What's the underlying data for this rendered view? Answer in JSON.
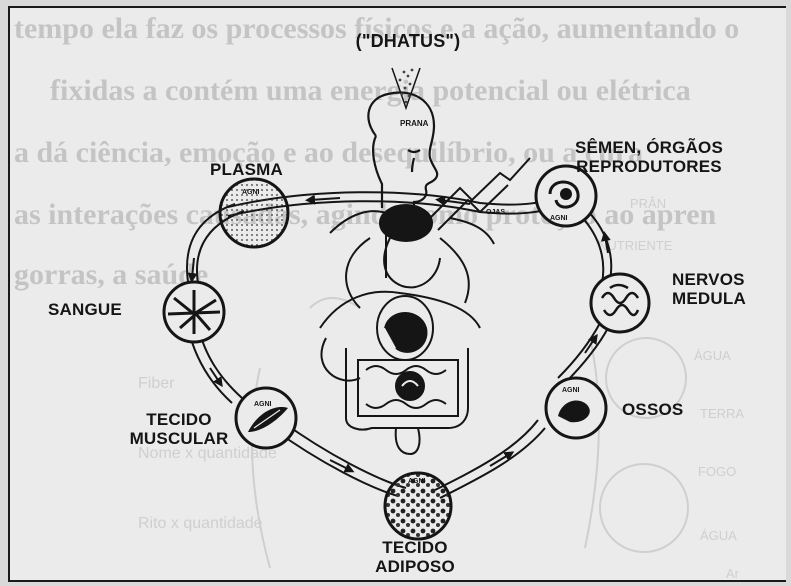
{
  "diagram": {
    "title": "(\"DHATUS\")",
    "background_text_lines": [
      "tempo ela faz os processos físicos e a ação, aumentando o",
      "fixidas a contém uma energia potencial ou elétrica",
      "a dá ciência, emoção e ao desequilíbrio, ou a cura",
      "as interações causadas, agindo como proteção ao apren",
      "gorras, a saúde"
    ],
    "background_small_labels": [
      "PRÂN",
      "NUTRIENTE",
      "ÁGUA",
      "FOGO",
      "ÁGUA",
      "TERRA",
      "Nome x quantidade",
      "Rito x quantidade",
      "Fiber",
      "Ar"
    ],
    "tissues": [
      {
        "name": "PLASMA",
        "agni": "AGNI"
      },
      {
        "name": "SÊMEN, ÓRGÃOS\nREPRODUTORES",
        "agni": "AGNI"
      },
      {
        "name": "SANGUE",
        "agni": ""
      },
      {
        "name": "NERVOS\nMEDULA",
        "agni": ""
      },
      {
        "name": "TECIDO\nMUSCULAR",
        "agni": "AGNI"
      },
      {
        "name": "OSSOS",
        "agni": "AGNI"
      },
      {
        "name": "TECIDO\nADIPOSO",
        "agni": "AGNI"
      }
    ],
    "head_labels": {
      "prana": "PRANA",
      "ojas": "OJAS"
    },
    "colors": {
      "ink": "#151515",
      "paper": "#ebebeb",
      "faint": "#c9c9c9"
    }
  }
}
